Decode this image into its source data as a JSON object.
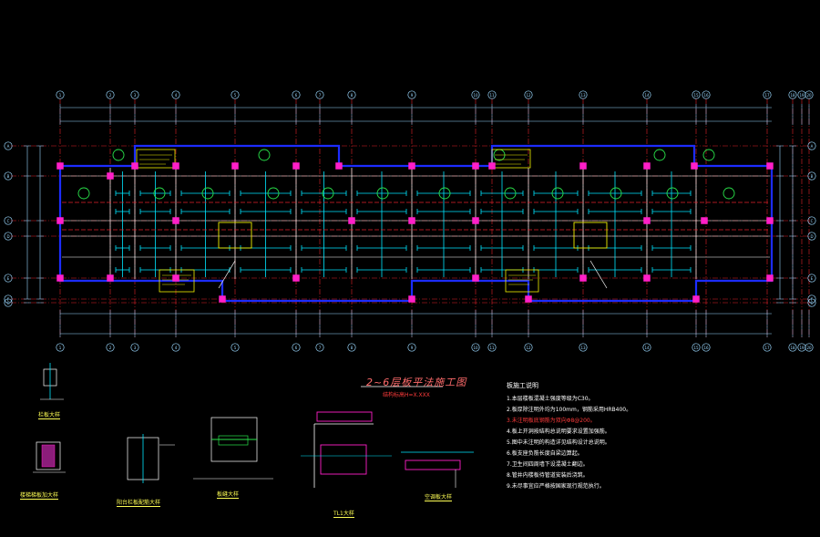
{
  "drawing": {
    "title": "2~6层板平法施工图",
    "subtitle": "结构标高H=X.XXX",
    "background": "#000000",
    "colors": {
      "axis": "#e0202a",
      "dim": "#9ad8ff",
      "wall": "#1c2cff",
      "column": "#ff1fc8",
      "rebar": "#00e6ff",
      "slab": "#ffffff",
      "beam": "#f0f000",
      "green": "#29e34a",
      "text_yellow": "#ffff55"
    }
  },
  "axes": {
    "top": [
      "1",
      "2",
      "3",
      "4",
      "5",
      "6",
      "7",
      "8",
      "9",
      "10",
      "11",
      "12",
      "13",
      "14",
      "15",
      "16",
      "17",
      "18",
      "19",
      "20"
    ],
    "bottom": [
      "1",
      "2",
      "3",
      "4",
      "5",
      "6",
      "7",
      "8",
      "9",
      "10",
      "11",
      "12",
      "13",
      "14",
      "15",
      "16",
      "17",
      "18",
      "19",
      "20"
    ],
    "left": [
      "A",
      "B",
      "C",
      "D",
      "E",
      "F",
      "G"
    ],
    "right": [
      "A",
      "B",
      "C",
      "D",
      "E",
      "F",
      "G"
    ]
  },
  "details": [
    {
      "name": "栏板大样",
      "icon": "parapet-detail"
    },
    {
      "name": "楼梯梯板加大样",
      "icon": "stair-detail"
    },
    {
      "name": "阳台栏板配筋大样",
      "icon": "balcony-rail-detail"
    },
    {
      "name": "板缝大样",
      "icon": "slab-joint-detail"
    },
    {
      "name": "TL1大样",
      "icon": "tl1-detail"
    },
    {
      "name": "空调板大样",
      "icon": "ac-slab-detail"
    }
  ],
  "notes": {
    "heading": "板施工说明",
    "items": [
      "1.本层楼板混凝土强度等级为C30。",
      "2.板厚除注明外均为100mm，钢筋采用HRB400。",
      "3.未注明板底钢筋为双向Φ8@200。",
      "4.板上开洞按结构总说明要求设置加强筋。",
      "5.图中未注明的构造详见结构设计总说明。",
      "6.板支座负筋长度自梁边算起。",
      "7.卫生间四周墙下设混凝土翻边。",
      "8.管井内楼板待管道安装后浇筑。",
      "9.未尽事宜应严格按国家现行规范执行。"
    ]
  }
}
